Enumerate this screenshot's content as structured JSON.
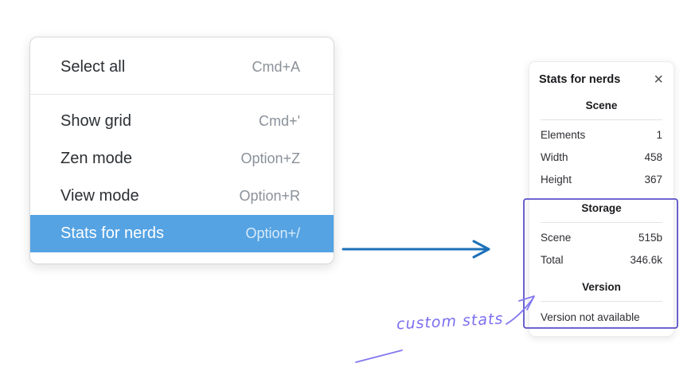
{
  "menu": {
    "items": [
      {
        "label": "Select all",
        "shortcut": "Cmd+A"
      },
      {
        "label": "Show grid",
        "shortcut": "Cmd+'"
      },
      {
        "label": "Zen mode",
        "shortcut": "Option+Z"
      },
      {
        "label": "View mode",
        "shortcut": "Option+R"
      },
      {
        "label": "Stats for nerds",
        "shortcut": "Option+/"
      }
    ]
  },
  "stats_panel": {
    "title": "Stats for nerds",
    "close_glyph": "×",
    "sections": [
      {
        "heading": "Scene",
        "rows": [
          {
            "label": "Elements",
            "value": "1"
          },
          {
            "label": "Width",
            "value": "458"
          },
          {
            "label": "Height",
            "value": "367"
          }
        ]
      },
      {
        "heading": "Storage",
        "rows": [
          {
            "label": "Scene",
            "value": "515b"
          },
          {
            "label": "Total",
            "value": "346.6k"
          }
        ]
      },
      {
        "heading": "Version",
        "note": "Version not available"
      }
    ]
  },
  "annotation": {
    "label": "custom stats"
  },
  "colors": {
    "menu_highlight": "#55a3e3",
    "arrow_blue": "#1d70b8",
    "annotation_purple": "#7b6ff0",
    "box_purple": "#5b51c9"
  }
}
